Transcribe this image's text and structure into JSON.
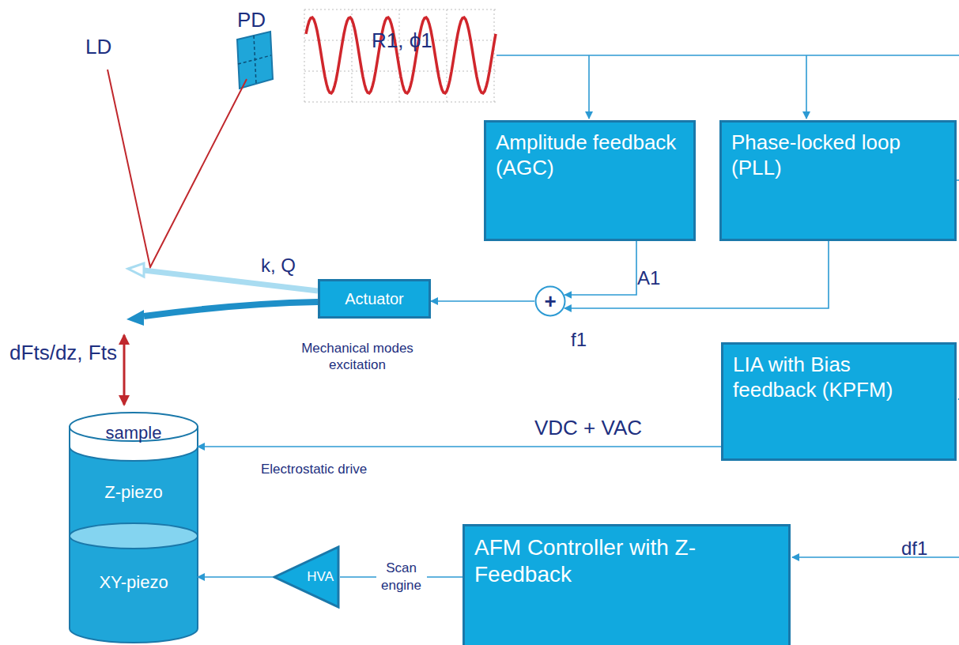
{
  "diagram": {
    "nodes": [
      {
        "text": [
          "Amplitude feedback (AGC)"
        ]
      },
      {
        "text": [
          "Phase-locked loop (PLL)"
        ]
      },
      {
        "text": [
          "Actuator"
        ]
      },
      {
        "text": [
          "+"
        ]
      },
      {
        "text": [
          "LIA with Bias feedback (KPFM)"
        ]
      },
      {
        "text": [
          "AFM Controller with Z-Feedback"
        ]
      },
      {
        "text": [
          "HVA"
        ]
      },
      {
        "text": [
          "sample"
        ]
      },
      {
        "text": [
          "Z-piezo"
        ]
      },
      {
        "text": [
          "XY-piezo"
        ]
      }
    ],
    "edges": [
      {
        "from": 0,
        "to": 3,
        "arrow": "to"
      },
      {
        "from": 1,
        "to": 3,
        "arrow": "to"
      },
      {
        "from": 3,
        "to": 2,
        "arrow": "to"
      },
      {
        "from": 4,
        "to": 7,
        "arrow": "to"
      },
      {
        "from": 5,
        "to": 6,
        "label": "Scan engine",
        "arrow": "none"
      },
      {
        "from": 6,
        "to": 9,
        "arrow": "to"
      }
    ],
    "labels": [
      "LD",
      "PD",
      "R1, ϕ1",
      "k, Q",
      "A1",
      "f1",
      "Mechanical modes excitation",
      "dFts/dz, Fts",
      "VDC + VAC",
      "Electrostatic drive",
      "df1"
    ]
  }
}
